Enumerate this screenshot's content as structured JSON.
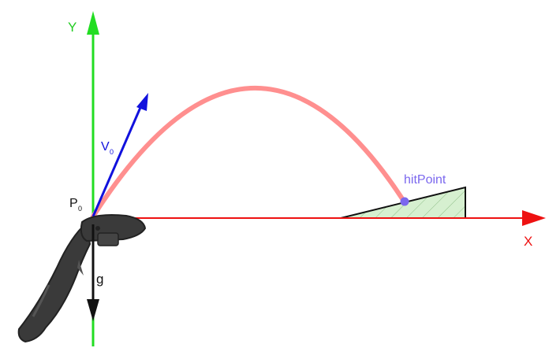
{
  "labels": {
    "y_axis": "Y",
    "x_axis": "X",
    "velocity": "V",
    "velocity_sub": "0",
    "origin": "P",
    "origin_sub": "0",
    "gravity": "g",
    "hit_point": "hitPoint"
  },
  "colors": {
    "y_axis": "#22dd22",
    "x_axis": "#ee1111",
    "velocity": "#1111dd",
    "trajectory": "#ff8f8f",
    "gravity": "#111111",
    "hit_point": "#7b68ee",
    "slope_fill": "#d6f0d0",
    "controller": "#3a3a3a"
  },
  "icons": {
    "controller": "vr-controller-icon"
  }
}
